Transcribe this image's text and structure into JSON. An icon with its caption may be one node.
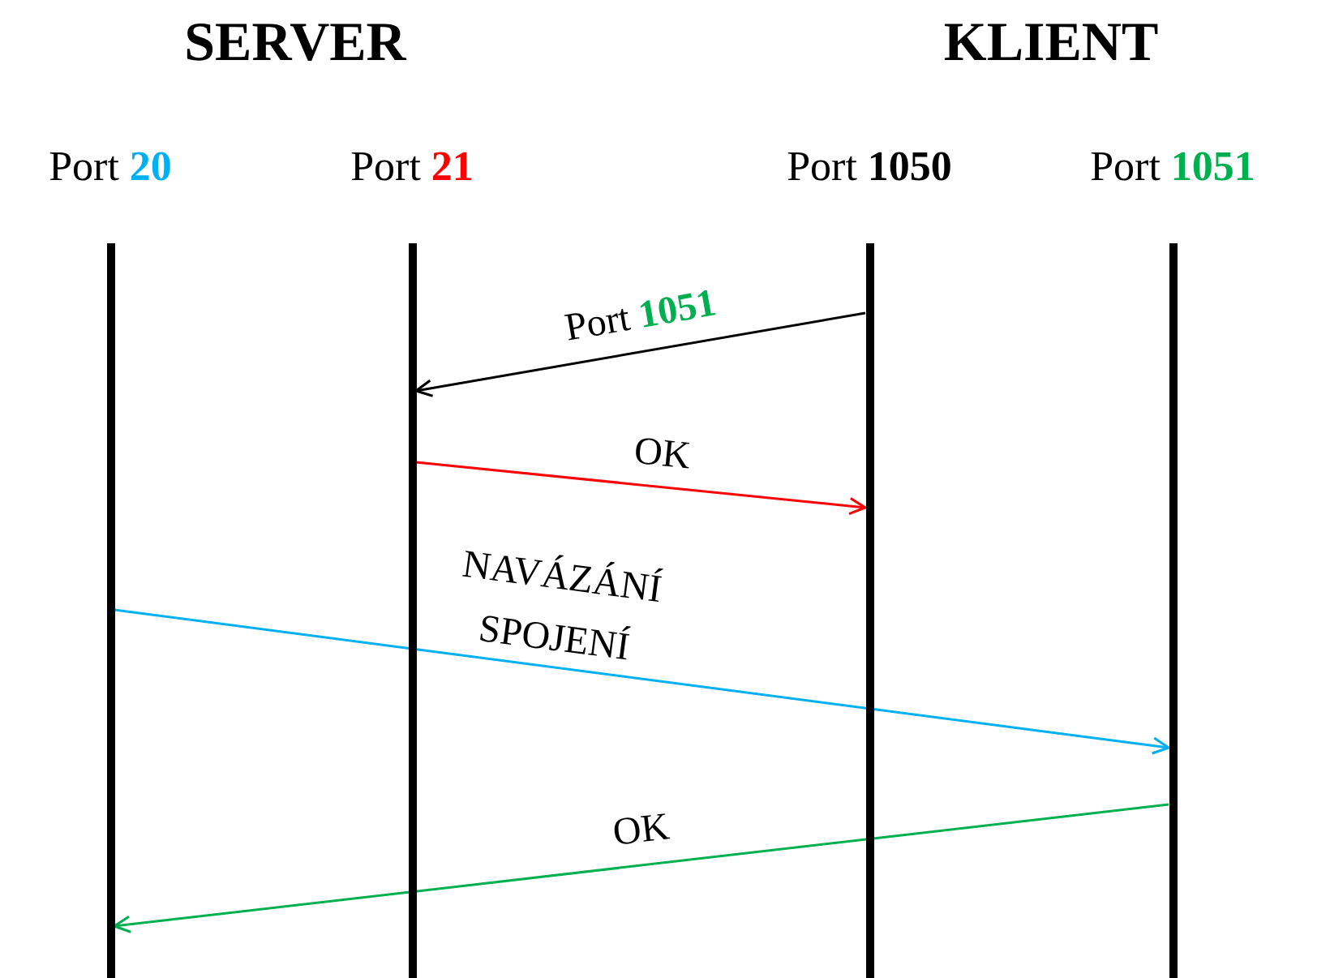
{
  "diagram": {
    "nodes": [
      {
        "text": [
          "Port **20**"
        ]
      },
      {
        "text": [
          "Port **21**"
        ]
      },
      {
        "text": [
          "Port **1050**"
        ]
      },
      {
        "text": [
          "Port **1051**"
        ]
      }
    ],
    "edges": [
      {
        "from": 2,
        "to": 1,
        "arrow": "to",
        "label": "Port **1051**",
        "color": "#000000"
      },
      {
        "from": 1,
        "to": 2,
        "arrow": "to",
        "label": "OK",
        "color": "#ff0000"
      },
      {
        "from": 0,
        "to": 3,
        "arrow": "to",
        "label": "NAVÁZÁNÍ SPOJENÍ",
        "color": "#00b0f0"
      },
      {
        "from": 3,
        "to": 0,
        "arrow": "to",
        "label": "OK",
        "color": "#00b050"
      }
    ],
    "labels": [
      "SERVER",
      "KLIENT"
    ]
  }
}
